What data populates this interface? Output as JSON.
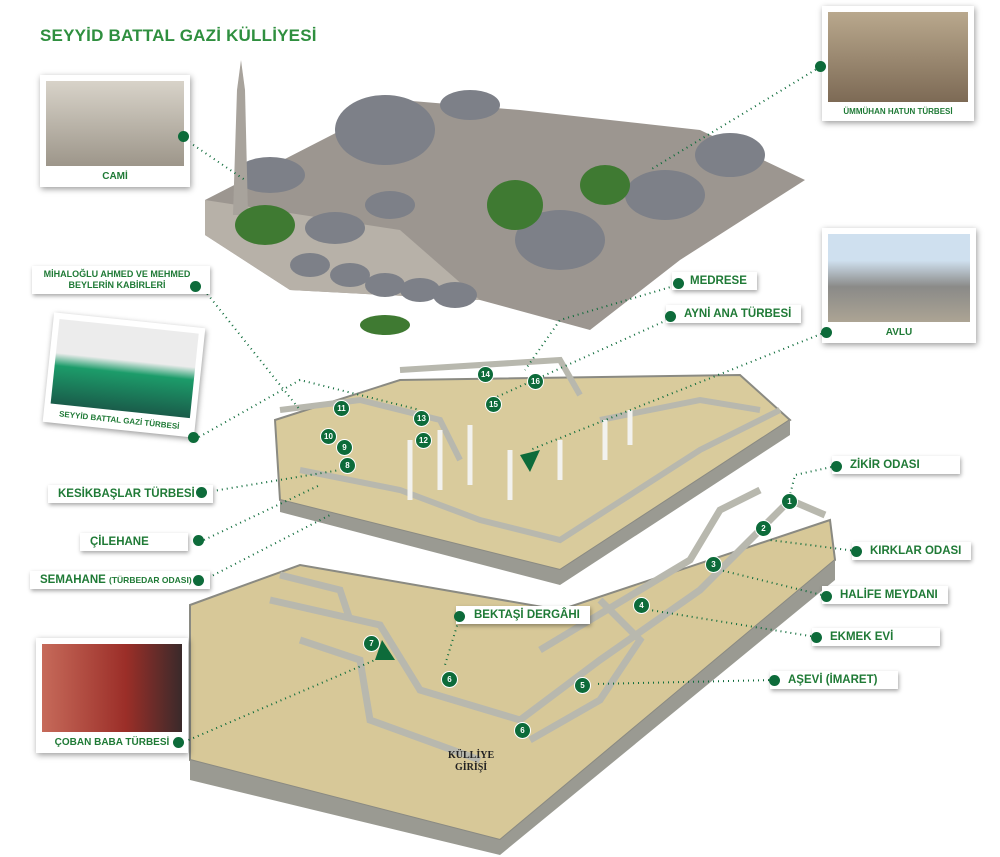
{
  "title": "SEYYİD BATTAL GAZİ KÜLLİYESİ",
  "photos": {
    "cami": "CAMİ",
    "ummuhan": "ÜMMÜHAN HATUN TÜRBESİ",
    "avlu": "AVLU",
    "seyyid_turbe": "SEYYİD BATTAL GAZİ TÜRBESİ",
    "coban": "ÇOBAN BABA TÜRBESİ"
  },
  "labels": {
    "mihaloglu": "MİHALOĞLU AHMED VE MEHMED BEYLERİN KABİRLERİ",
    "medrese": "MEDRESE",
    "ayni_ana": "AYNİ ANA TÜRBESİ",
    "kesikbaslar": "KESİKBAŞLAR TÜRBESİ",
    "cilehane": "ÇİLEHANE",
    "semahane": "SEMAHANE",
    "semahane_sub": "(TÜRBEDAR ODASI)",
    "zikir": "ZİKİR ODASI",
    "kirklar": "KIRKLAR ODASI",
    "halife": "HALİFE MEYDANI",
    "bektasi": "BEKTAŞİ DERGÂHI",
    "ekmek": "EKMEK EVİ",
    "asevi": "AŞEVİ (İMARET)"
  },
  "entrance": {
    "line1": "KÜLLİYE",
    "line2": "GİRİŞİ"
  },
  "markers": [
    "1",
    "2",
    "3",
    "4",
    "5",
    "6",
    "6",
    "7",
    "8",
    "9",
    "10",
    "11",
    "12",
    "13",
    "14",
    "15",
    "16"
  ],
  "colors": {
    "green": "#0d6b3a",
    "title": "#2f8f3f",
    "floor": "#d9cb9c"
  }
}
